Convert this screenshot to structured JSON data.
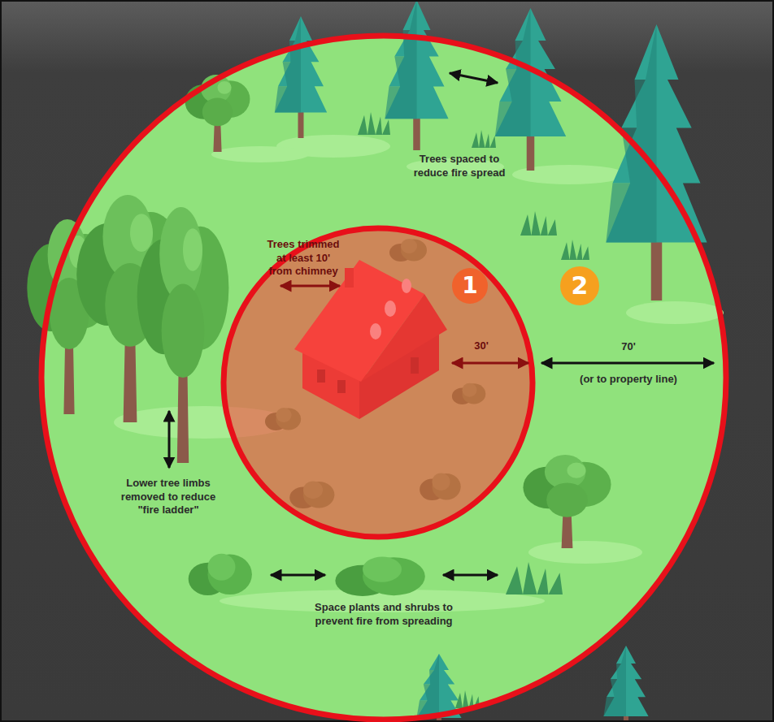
{
  "diagram": {
    "nodes": [
      {
        "text": [
          "2"
        ]
      },
      {
        "text": [
          "1"
        ],
        "in": 0
      }
    ],
    "labels": [
      "Trees spaced to reduce fire spread",
      "Trees trimmed at least 10' from chimney",
      "30'",
      "70'",
      "(or to property line)",
      "Lower tree limbs removed to reduce \"fire ladder\"",
      "Space plants and shrubs to prevent fire from spreading"
    ]
  }
}
